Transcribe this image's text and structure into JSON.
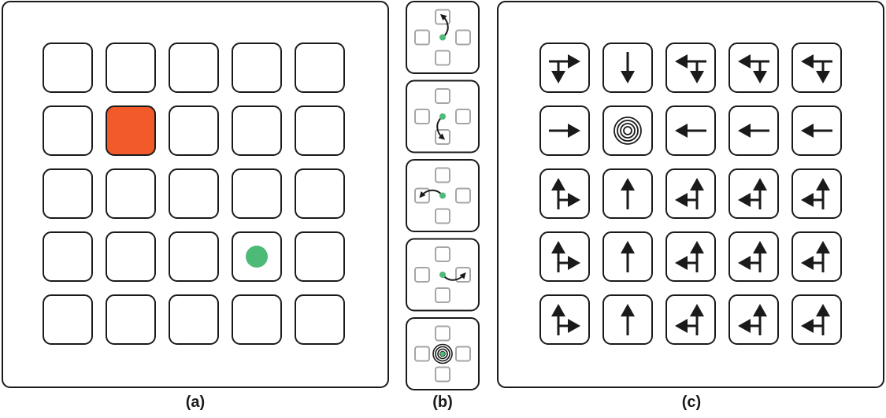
{
  "panels": {
    "a": {
      "caption": "(a)",
      "grid_size": 5,
      "highlight": {
        "row": 1,
        "col": 1,
        "color": "#f25a2a"
      },
      "agent": {
        "row": 3,
        "col": 3,
        "color": "#4dba78"
      }
    },
    "b": {
      "caption": "(b)",
      "actions": [
        "up",
        "down",
        "left",
        "right",
        "stay"
      ],
      "agent_color": "#4dba78"
    },
    "c": {
      "caption": "(c)",
      "policy": [
        [
          "right-down",
          "down",
          "left-down",
          "left-down",
          "left-down"
        ],
        [
          "right",
          "stay",
          "left",
          "left",
          "left"
        ],
        [
          "up-right",
          "up",
          "left-up",
          "left-up",
          "left-up"
        ],
        [
          "up-right",
          "up",
          "left-up",
          "left-up",
          "left-up"
        ],
        [
          "up-right",
          "up",
          "left-up",
          "left-up",
          "left-up"
        ]
      ]
    }
  },
  "colors": {
    "stroke": "#1a1a1a",
    "faint": "#a6a6a6",
    "background": "#ffffff"
  }
}
